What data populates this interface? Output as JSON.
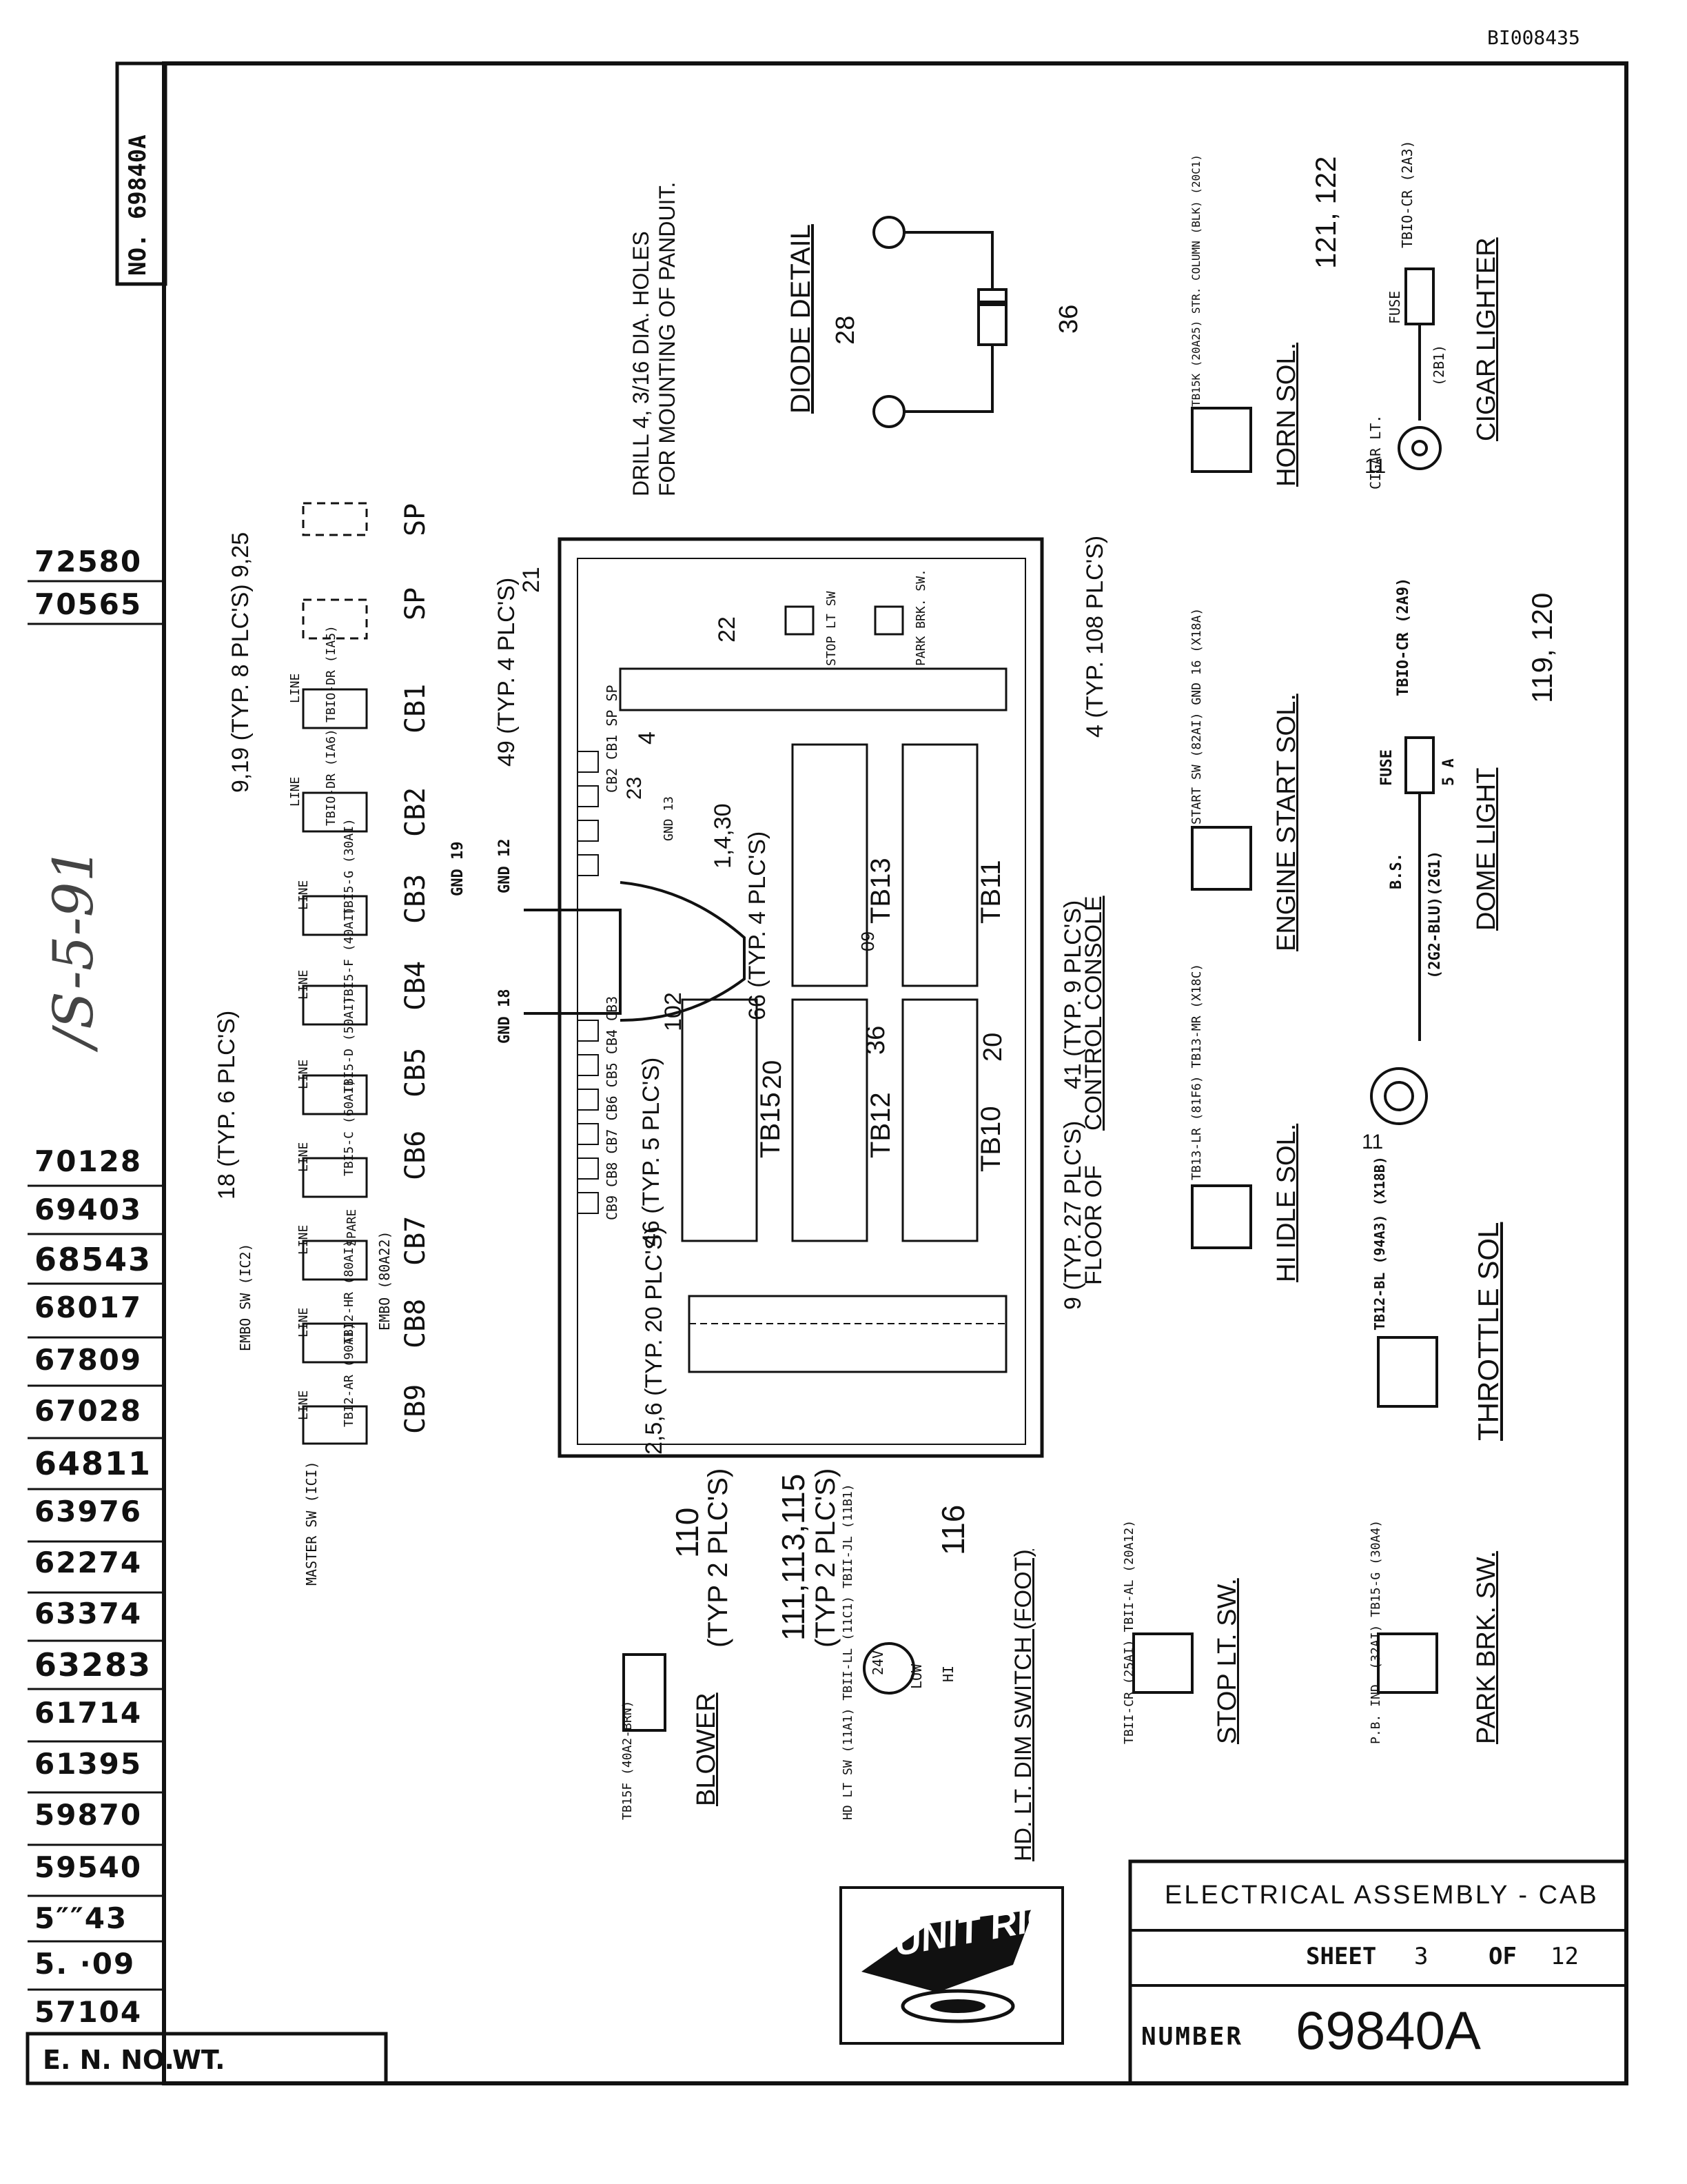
{
  "doc_id": "BI008435",
  "top_number": "NO. 69840A",
  "ledger_numbers": [
    "72580",
    "70565",
    "70128",
    "69403",
    "68543",
    "68017",
    "67809",
    "67028",
    "64811",
    "63976",
    "62274",
    "63374",
    "63283",
    "61714",
    "61395",
    "59870",
    "59540",
    "5″″43",
    "5. ·09",
    "57104"
  ],
  "en_no_label": "E. N. NO.",
  "wt_label": "WT.",
  "handwriting": "/S-5-91",
  "title_block": {
    "title": "ELECTRICAL ASSEMBLY - CAB",
    "sheet_label": "SHEET",
    "sheet_num": "3",
    "of_label": "OF",
    "sheet_total": "12",
    "number_label": "NUMBER",
    "number": "69840A"
  },
  "logo_text": "UNIT RIG",
  "breakers": [
    "CB9",
    "CB8",
    "CB7",
    "CB6",
    "CB5",
    "CB4",
    "CB3",
    "CB2",
    "CB1",
    "SP",
    "SP"
  ],
  "breaker_wires": [
    "TBI2-AR (90AI)",
    "TBI2-HR (80AI)",
    "SPARE",
    "TBI5-C (60AI)",
    "TBI5-D (50AI)",
    "TBI5-F (40AI)",
    "TBI5-G (30AI)",
    "TBIO-DR (IA6)",
    "TBIO-DR (IA5)"
  ],
  "line_label": "LINE",
  "master_sw": "MASTER SW (ICI)",
  "embo_sw": "EMBO SW (IC2)",
  "embo_wire": "EMBO (80A22)",
  "callouts": {
    "c_9_19": "9,19 (TYP. 8 PLC'S) 9,25",
    "c_18": "18 (TYP. 6 PLC'S)",
    "c_49": "49 (TYP. 4 PLC'S)",
    "c_21": "21",
    "c_22": "22",
    "c_4": "4",
    "c_23": "23",
    "c_1430": "1,4,30",
    "c_66": "66 (TYP. 4 PLC'S)",
    "c_41": "41 (TYP. 9 PLC'S)",
    "c_4_108": "4 (TYP. 108 PLC'S)",
    "c_102": "102",
    "c_46": "46 (TYP. 5 PLC'S)",
    "c_9_27": "9 (TYP. 27 PLC'S)",
    "c_256": "2,5,6 (TYP. 20 PLC'S)",
    "c_110": "110",
    "c_110b": "(TYP 2 PLC'S)",
    "c_111": "111,113,115",
    "c_111b": "(TYP 2 PLC'S)",
    "c_116": "116",
    "c_36": "36",
    "c_20a": "20",
    "c_20b": "20",
    "c_09": "09",
    "c_28": "28",
    "c_36d": "36",
    "c_119": "119, 120",
    "c_121": "121, 122"
  },
  "drill_note_1": "DRILL 4, 3/16 DIA. HOLES",
  "drill_note_2": "FOR MOUNTING OF PANDUIT.",
  "floor_console_1": "FLOOR OF",
  "floor_console_2": "CONTROL CONSOLE",
  "gnd_labels": [
    "GND 12",
    "GND 19",
    "GND 18",
    "GND 13"
  ],
  "tb_labels": [
    "TB15",
    "TB12",
    "TB10",
    "TB13",
    "TB11"
  ],
  "stop_lt_sw_small": "STOP LT SW",
  "park_brk_sw_small": "PARK BRK. SW.",
  "cb_row_labels": "CB9 CB8 CB7 CB6 CB5 CB4 CB3",
  "cb_row_labels2": "CB2 CB1 SP SP",
  "components": {
    "diode_detail": "DIODE DETAIL",
    "horn_sol": "HORN SOL.",
    "horn_wires": "TB15K (20A25) STR. COLUMN (BLK) (20C1)",
    "cigar_lighter": "CIGAR LIGHTER",
    "cigar_lt": "CIGAR LT.",
    "cigar_fuse": "FUSE",
    "cigar_tb": "TBIO-CR (2A3)",
    "cigar_2b1": "(2B1)",
    "engine_start": "ENGINE START SOL.",
    "engine_wires": "START SW (82AI) GND 16 (X18A)",
    "dome_light": "DOME LIGHT",
    "dome_fuse": "FUSE",
    "dome_5a": "5 A",
    "dome_tb": "TBIO-CR (2A9)",
    "dome_bs": "B.S.",
    "dome_2g1": "(2G1)",
    "dome_blu": "(2G2-BLU)",
    "hi_idle": "HI IDLE SOL.",
    "hi_idle_wires": "TB13-LR (81F6) TB13-MR (X18C)",
    "throttle": "THROTTLE SOL",
    "throttle_wires": "TB12-BL (94A3) (X18B)",
    "blower": "BLOWER",
    "blower_wire": "TB15F (40A2-BRN)",
    "hd_lt": "HD. LT. DIM SWITCH (FOOT)",
    "hd_lt_wires": "HD LT SW (11A1)   TBII-LL (11C1)   TBII-JL (11B1)",
    "hd_24v": "24V",
    "hd_low": "LOW",
    "hd_hi": "HI",
    "stop_lt": "STOP LT. SW.",
    "stop_wires": "TBII-CR (25AI)   TBII-AL (20A12)",
    "park_brk": "PARK BRK. SW.",
    "park_wires": "P.B. IND. (32AI)   TB15-G (30A4)",
    "label_11a": "11",
    "label_11b": "11"
  }
}
